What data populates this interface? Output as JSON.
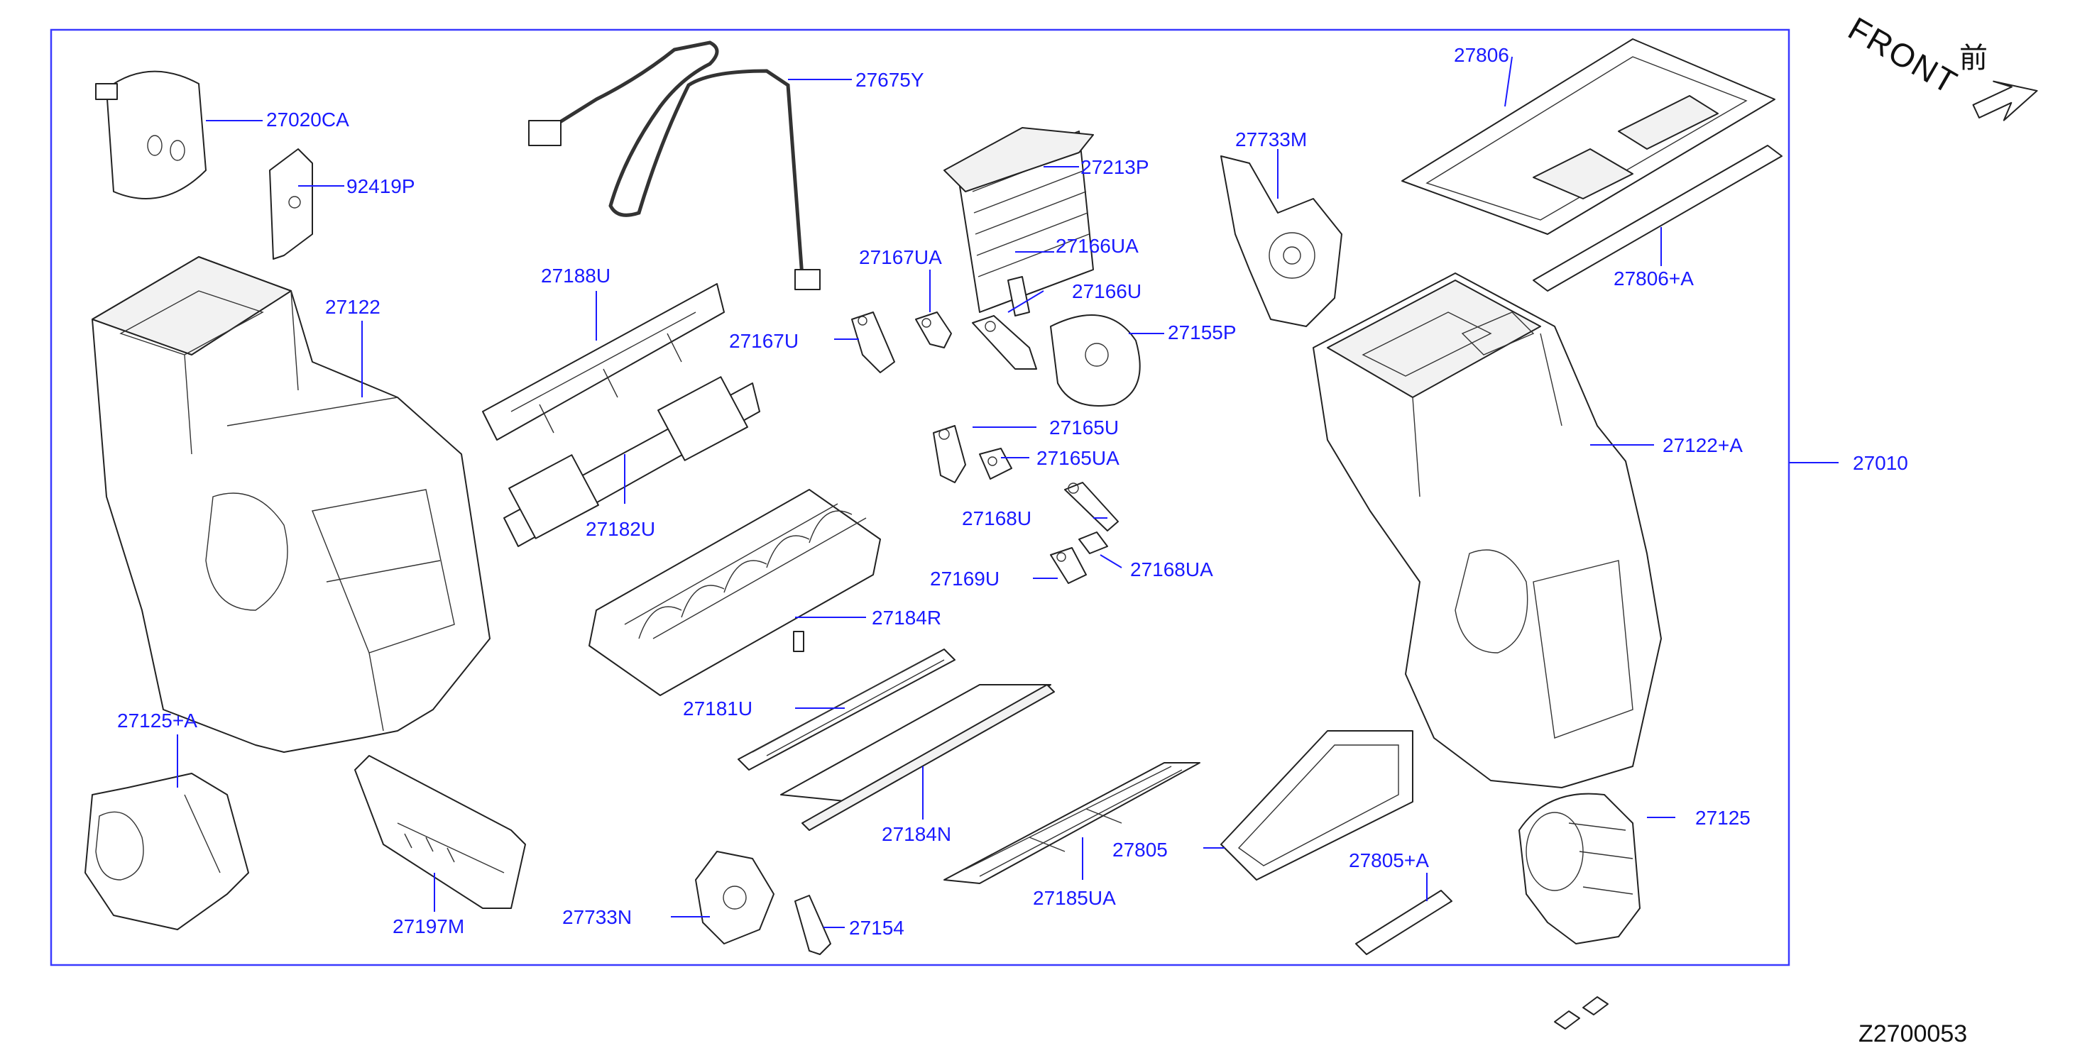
{
  "diagram_code": "Z2700053",
  "front_label": "FRONT",
  "front_kanji": "前",
  "callouts": {
    "p27020CA": "27020CA",
    "p92419P": "92419P",
    "p27122": "27122",
    "p27675Y": "27675Y",
    "p27188U": "27188U",
    "p27182U": "27182U",
    "p27213P": "27213P",
    "p27167UA": "27167UA",
    "p27166UA": "27166UA",
    "p27166U": "27166U",
    "p27167U": "27167U",
    "p27155P": "27155P",
    "p27733M": "27733M",
    "p27806": "27806",
    "p27806A": "27806+A",
    "p27122A": "27122+A",
    "p27010": "27010",
    "p27165U": "27165U",
    "p27165UA": "27165UA",
    "p27168U": "27168U",
    "p27168UA": "27168UA",
    "p27169U": "27169U",
    "p27184R": "27184R",
    "p27181U": "27181U",
    "p27184N": "27184N",
    "p27125A": "27125+A",
    "p27197M": "27197M",
    "p27733N": "27733N",
    "p27154": "27154",
    "p27185UA": "27185UA",
    "p27805": "27805",
    "p27805A": "27805+A",
    "p27125": "27125"
  }
}
